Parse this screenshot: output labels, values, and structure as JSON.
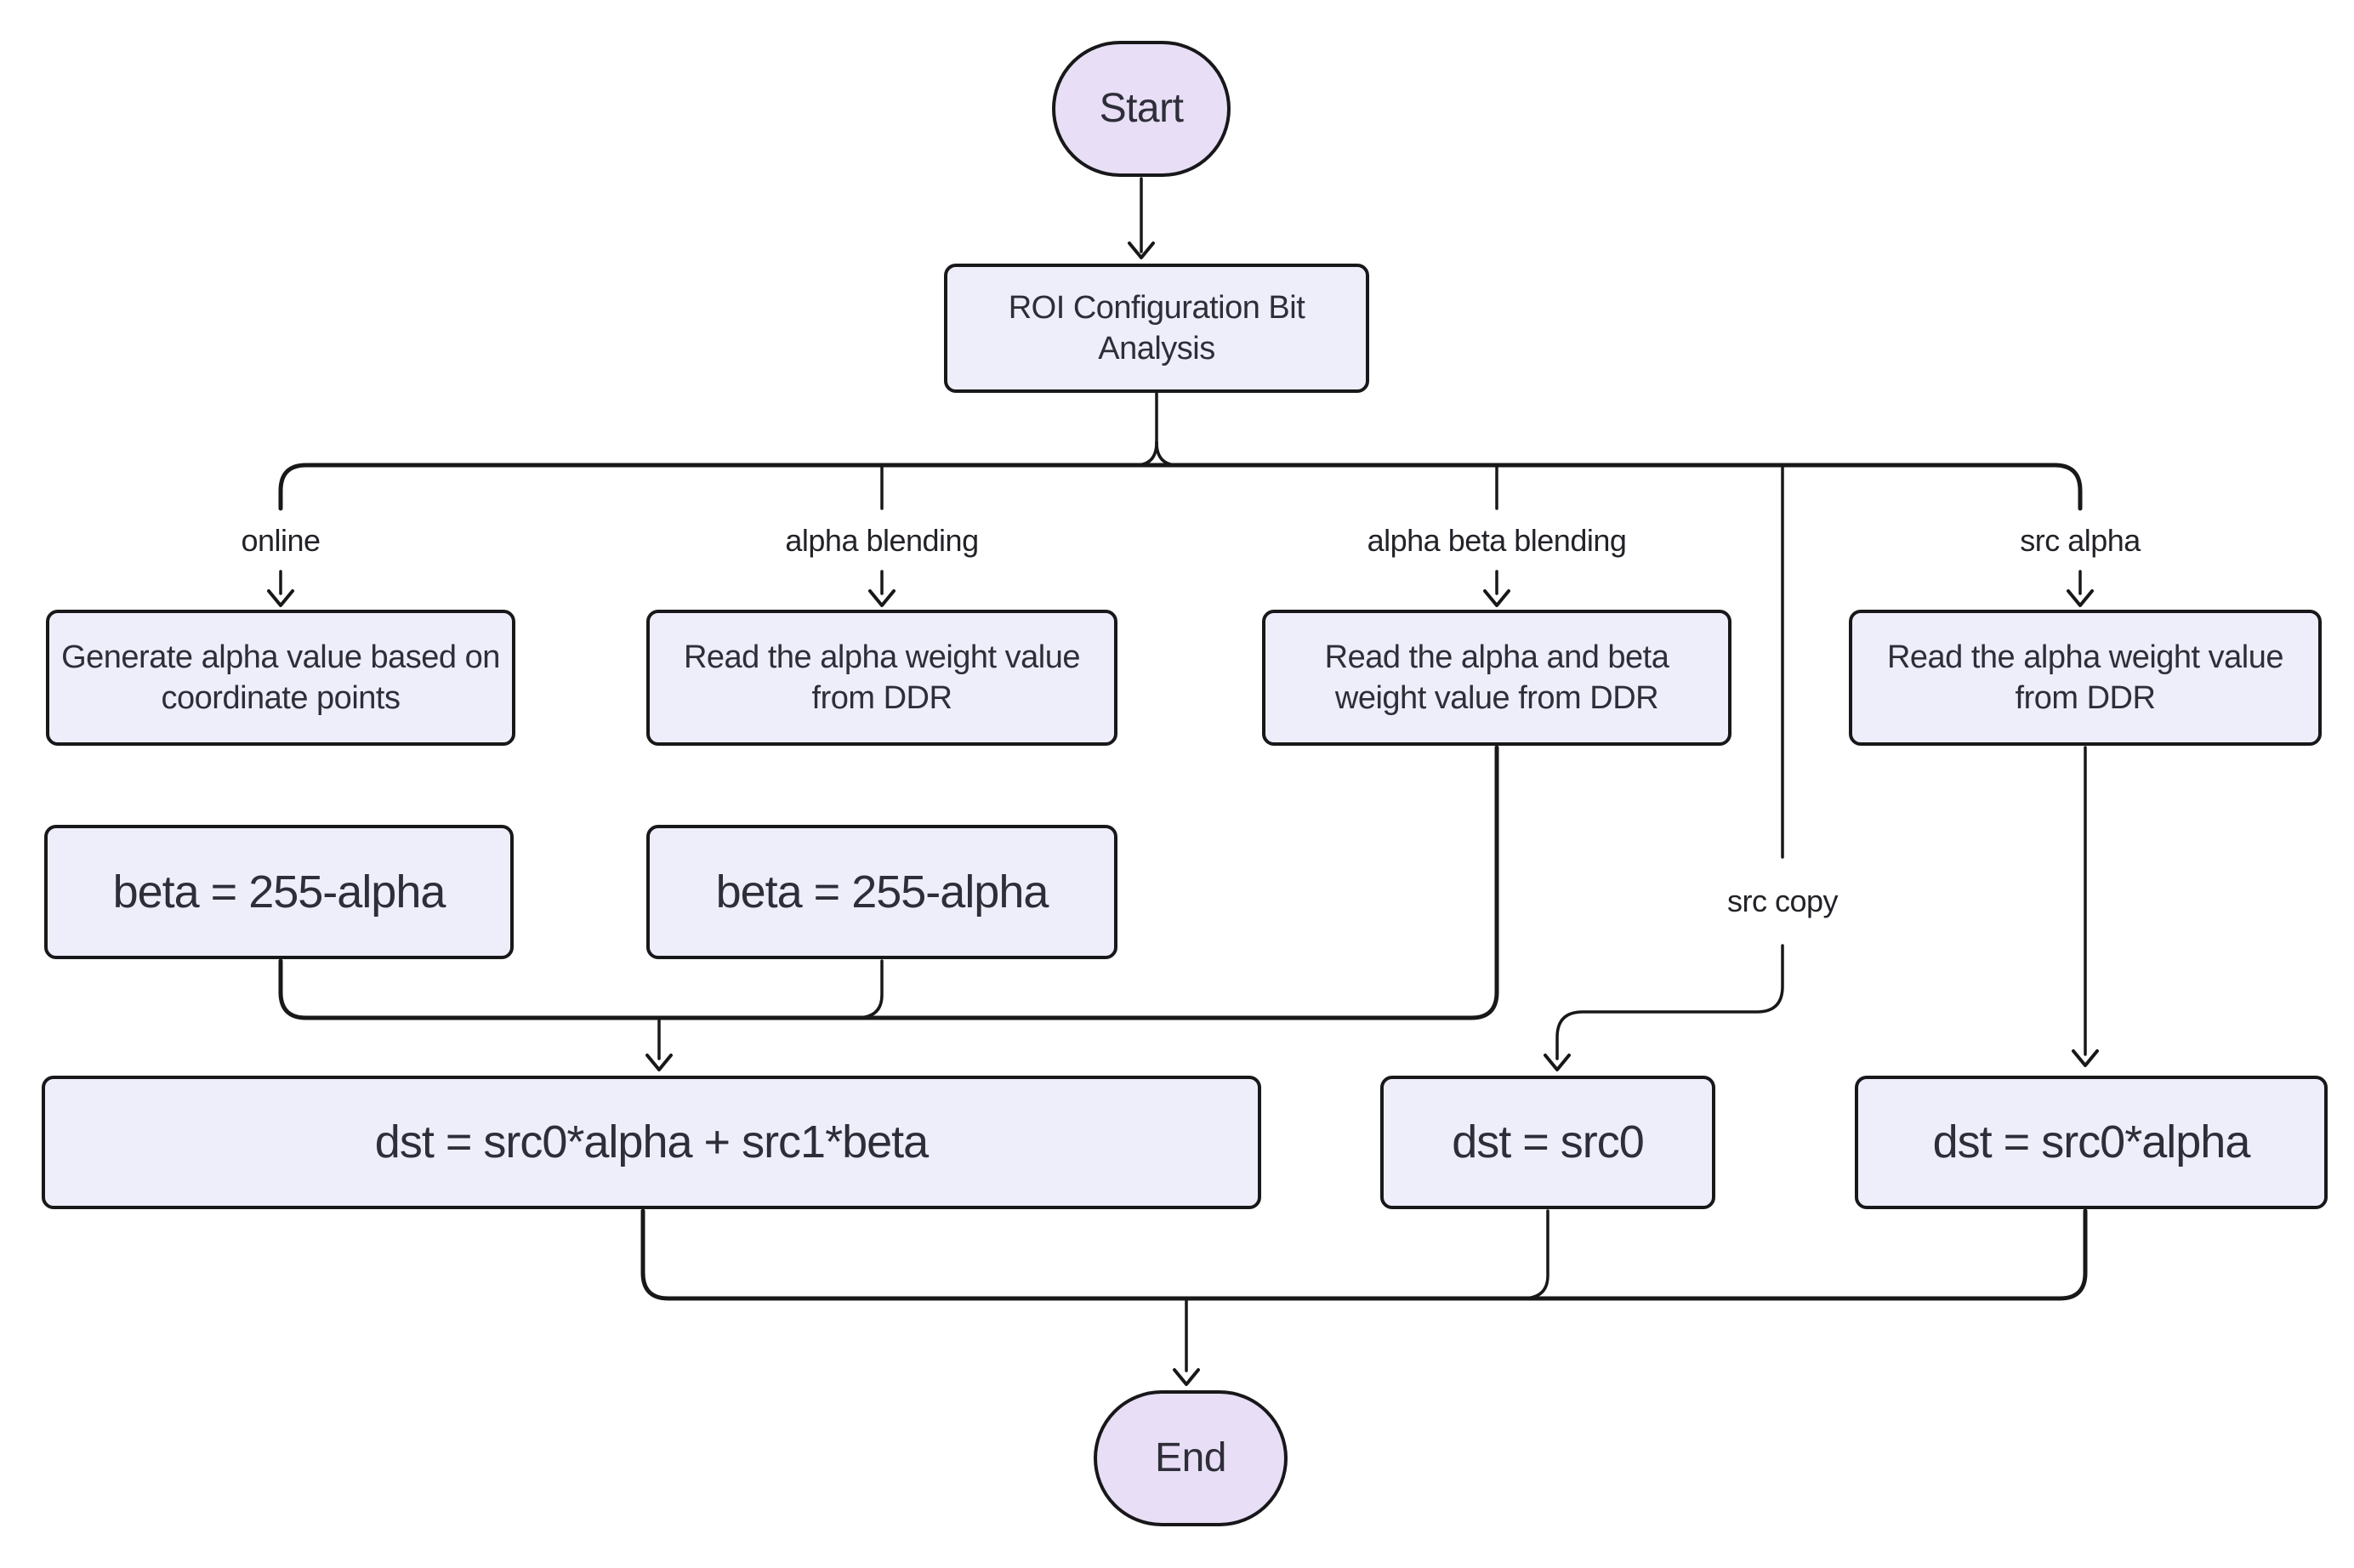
{
  "diagram": {
    "type": "flowchart",
    "background_color": "#ffffff",
    "colors": {
      "terminal_fill": "#e8def6",
      "process_fill": "#edeefa",
      "border": "#18181a",
      "line": "#18181a",
      "text": "#2e2e38"
    },
    "nodes": {
      "start": {
        "label": "Start"
      },
      "roi": {
        "label": "ROI Configuration Bit\nAnalysis"
      },
      "generate": {
        "label": "Generate alpha value based on\ncoordinate points"
      },
      "read_alpha_mid": {
        "label": "Read the alpha weight value\nfrom DDR"
      },
      "read_alpha_beta": {
        "label": "Read the alpha and beta\nweight value from DDR"
      },
      "read_alpha_right": {
        "label": "Read the alpha weight value\nfrom DDR"
      },
      "beta_left": {
        "label": "beta = 255-alpha"
      },
      "beta_mid": {
        "label": "beta = 255-alpha"
      },
      "blend_result": {
        "label": "dst = src0*alpha + src1*beta"
      },
      "copy_result": {
        "label": "dst = src0"
      },
      "alpha_result": {
        "label": "dst = src0*alpha"
      },
      "end": {
        "label": "End"
      }
    },
    "edge_labels": {
      "online": "online",
      "alpha_blending": "alpha blending",
      "alpha_beta_blending": "alpha beta blending",
      "src_copy": "src copy",
      "src_alpha": "src alpha"
    }
  }
}
